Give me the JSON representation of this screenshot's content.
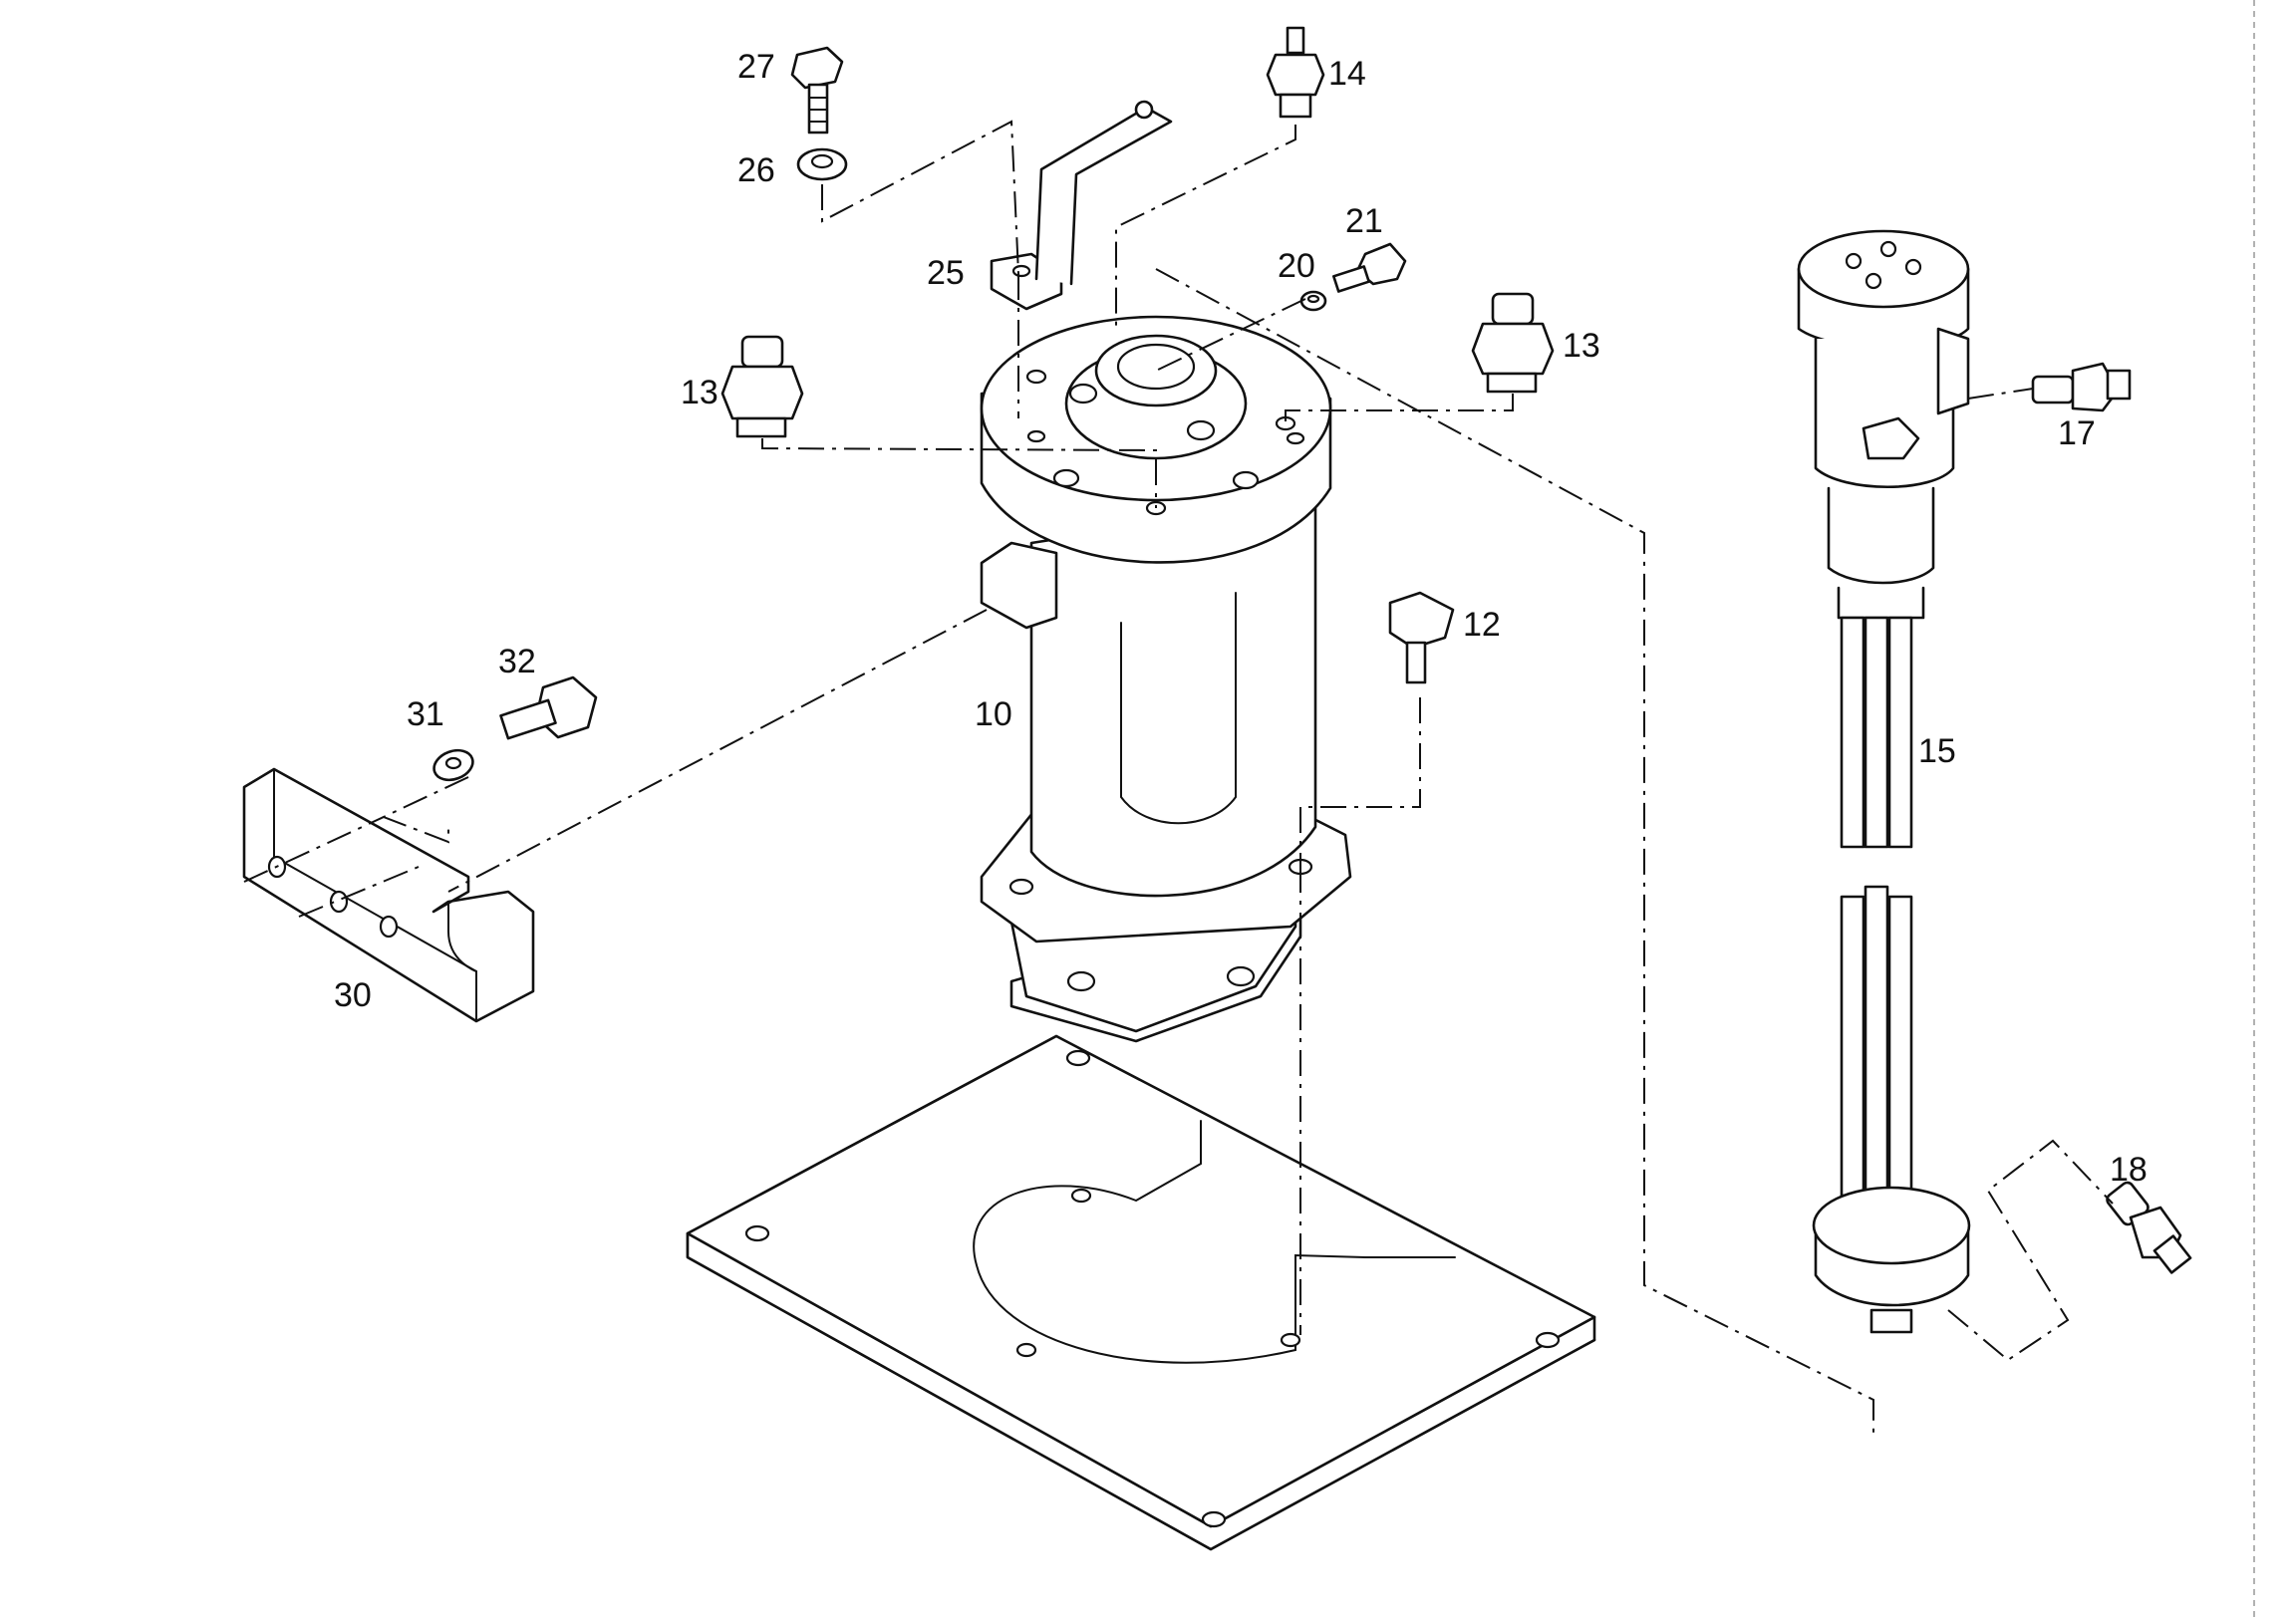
{
  "callouts": [
    {
      "id": "p10",
      "text": "10"
    },
    {
      "id": "p12",
      "text": "12"
    },
    {
      "id": "p13a",
      "text": "13"
    },
    {
      "id": "p13b",
      "text": "13"
    },
    {
      "id": "p14",
      "text": "14"
    },
    {
      "id": "p15",
      "text": "15"
    },
    {
      "id": "p17",
      "text": "17"
    },
    {
      "id": "p18",
      "text": "18"
    },
    {
      "id": "p20",
      "text": "20"
    },
    {
      "id": "p21",
      "text": "21"
    },
    {
      "id": "p25",
      "text": "25"
    },
    {
      "id": "p26",
      "text": "26"
    },
    {
      "id": "p27",
      "text": "27"
    },
    {
      "id": "p30",
      "text": "30"
    },
    {
      "id": "p31",
      "text": "31"
    },
    {
      "id": "p32",
      "text": "32"
    }
  ],
  "colors": {
    "ink": "#111111",
    "paper": "#ffffff"
  }
}
